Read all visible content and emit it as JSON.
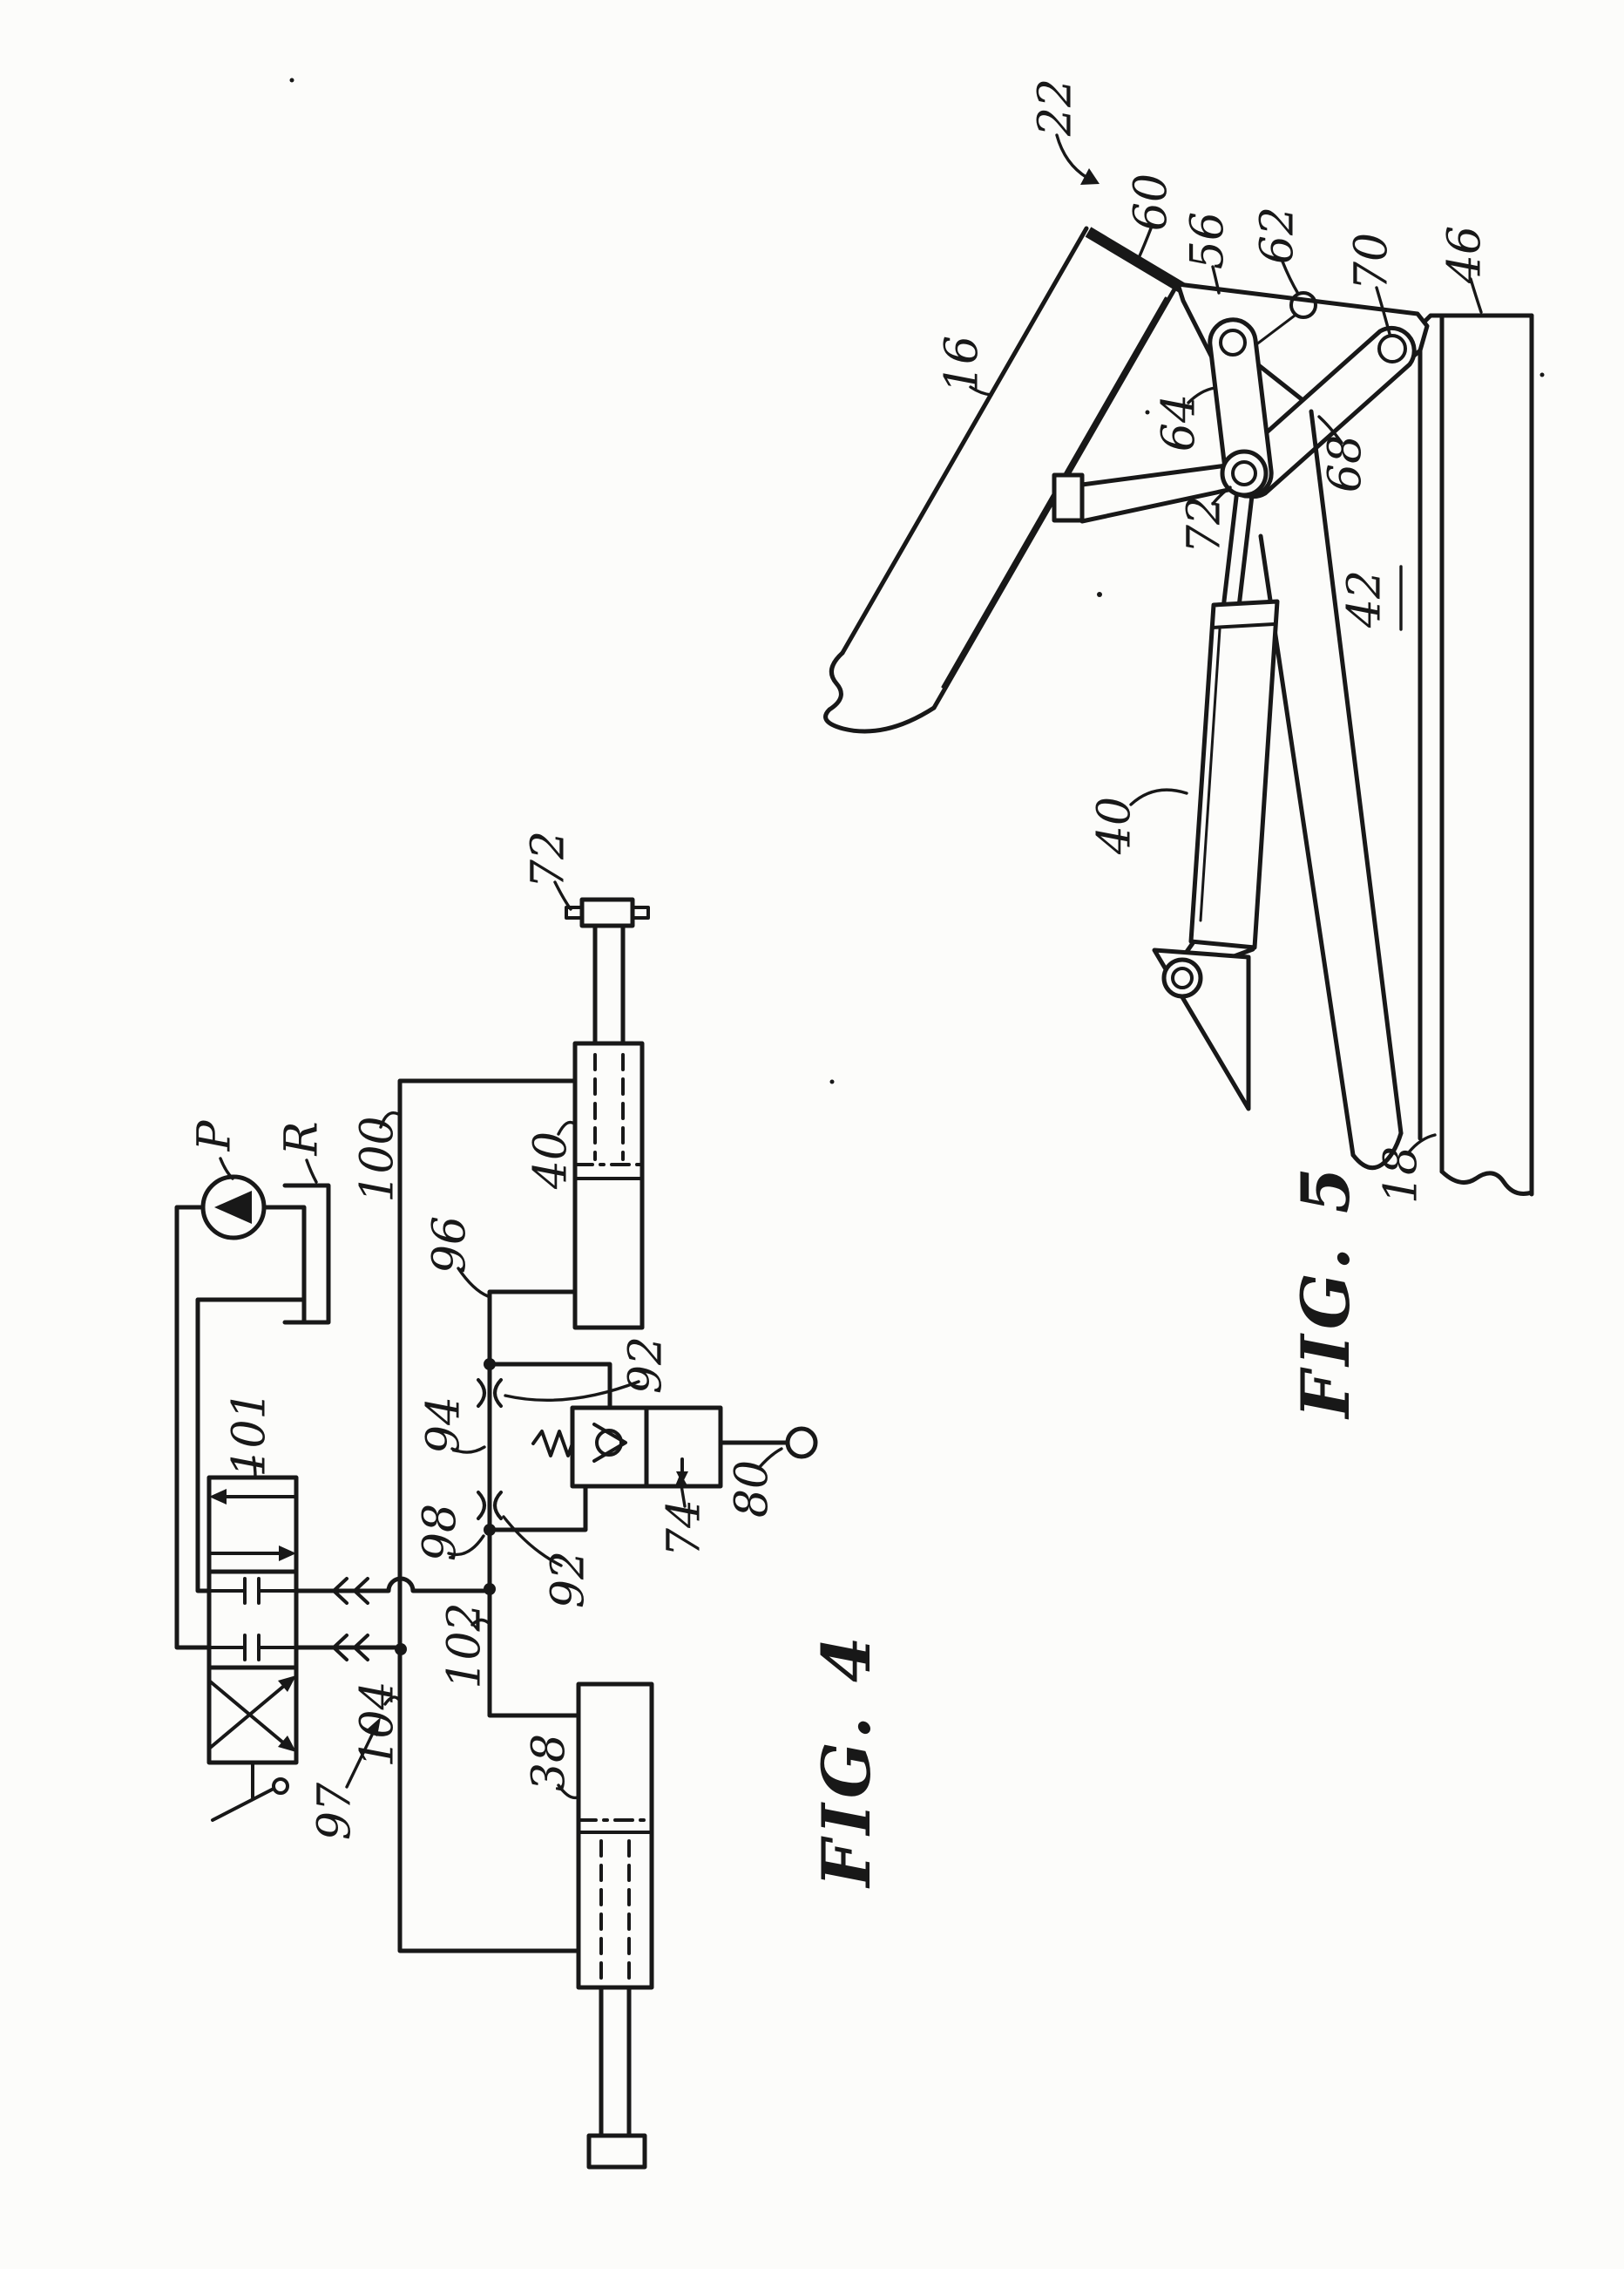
{
  "colors": {
    "ink": "#181818",
    "paper": "#fcfcfa"
  },
  "fig4": {
    "title": "FIG. 4",
    "labels": {
      "pump": "P",
      "reservoir": "R",
      "l100": "100",
      "l101": "101",
      "l96": "96",
      "l94": "94",
      "l98": "98",
      "l92_upper": "92",
      "l92_lower": "92",
      "l102": "102",
      "l104": "104",
      "l97": "97",
      "l74": "74",
      "l80": "80",
      "l40": "40",
      "l38": "38",
      "l72": "72"
    }
  },
  "fig5": {
    "title": "FIG. 5",
    "labels": {
      "l22": "22",
      "l16": "16",
      "l60": "60",
      "l56": "56",
      "l62": "62",
      "l70": "70",
      "l46": "46",
      "l64": "64",
      "l72": "72",
      "l68": "68",
      "l42": "42",
      "l40": "40",
      "l18": "18"
    }
  }
}
